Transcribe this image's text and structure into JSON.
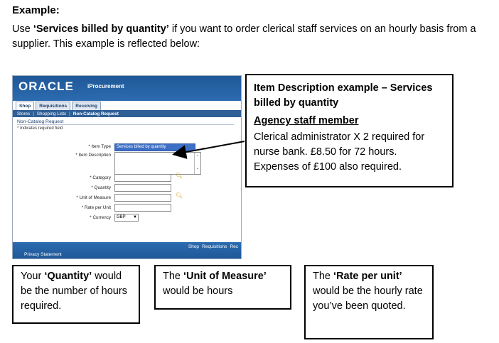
{
  "heading": "Example:",
  "intro": {
    "before": "Use ",
    "bold": "‘Services billed by quantity’",
    "after": " if you want to order clerical staff services on an hourly basis from a supplier. This example is reflected below:"
  },
  "screenshot": {
    "logo": "ORACLE",
    "app_name": "iProcurement",
    "tabs": [
      "Shop",
      "Requisitions",
      "Receiving"
    ],
    "subnav": [
      "Stores",
      "Shopping Lists",
      "Non-Catalog Request"
    ],
    "page_title": "Non-Catalog Request",
    "required_note": "* Indicates required field",
    "fields": {
      "item_type_label": "* Item Type",
      "item_type_value": "Services billed by quantity",
      "item_description_label": "* Item Description",
      "category_label": "* Category",
      "quantity_label": "* Quantity",
      "unit_label": "* Unit of Measure",
      "rate_label": "* Rate per Unit",
      "currency_label": "* Currency",
      "currency_value": "GBP"
    },
    "footer_links": [
      "Shop",
      "Requisitions",
      "Rec"
    ],
    "privacy": "Privacy Statement"
  },
  "callouts": {
    "main": {
      "title": "Item Description example – Services billed by quantity",
      "subtitle": "Agency staff member",
      "body": "Clerical administrator X 2 required for nurse bank. £8.50 for 72 hours. Expenses of £100 also required."
    },
    "quantity": {
      "before": "Your ",
      "bold": "‘Quantity’",
      "after": " would be the number of hours required."
    },
    "unit": {
      "before": "The ",
      "bold": "‘Unit of Measure’",
      "after": " would be hours"
    },
    "rate": {
      "before": "The ",
      "bold": "‘Rate per unit’",
      "after": " would be the hourly rate you’ve been quoted."
    }
  },
  "colors": {
    "oracle_blue": "#2c6bb0",
    "selection_blue": "#3d6fc6",
    "text": "#000000"
  }
}
